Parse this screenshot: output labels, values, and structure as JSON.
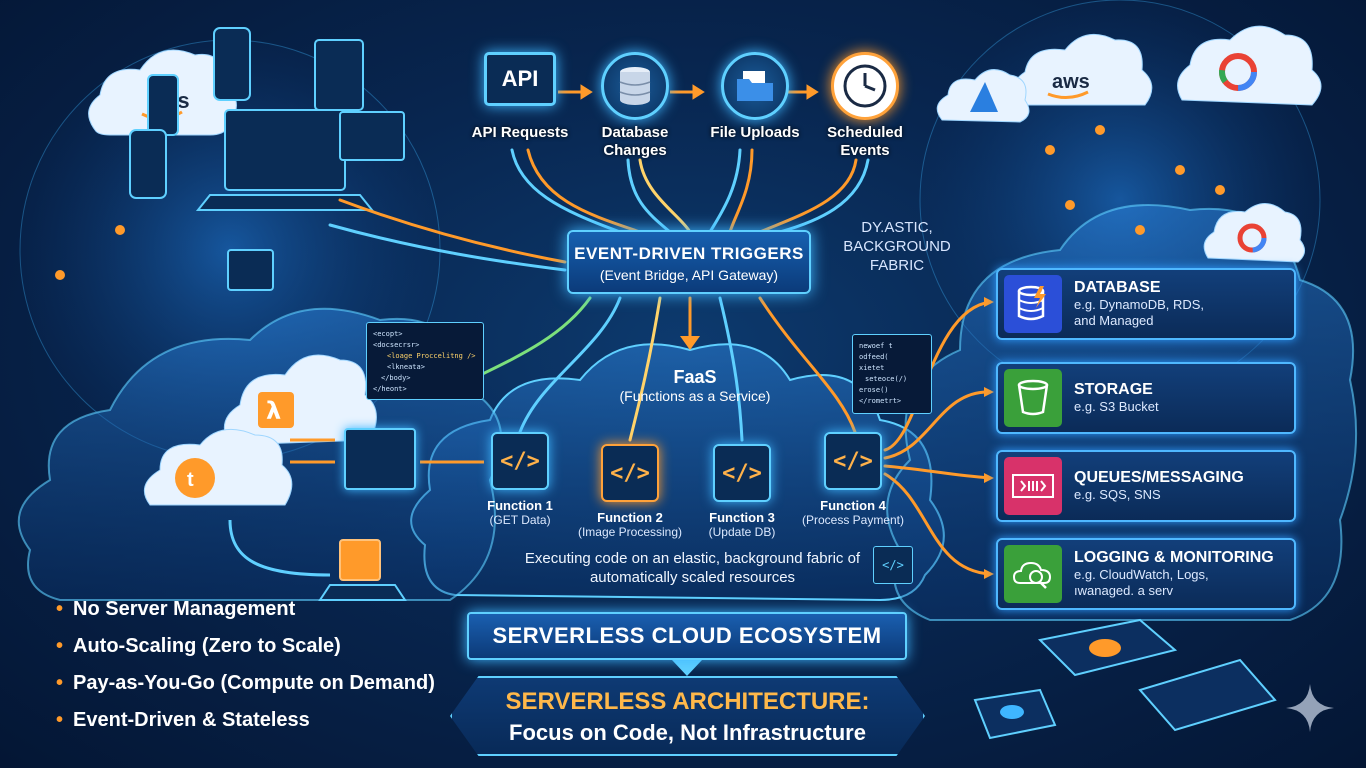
{
  "sources": [
    {
      "label": "API Requests",
      "icon": "api-window-icon",
      "icon_text": "API"
    },
    {
      "label": "Database Changes",
      "icon": "database-icon"
    },
    {
      "label": "File Uploads",
      "icon": "folder-icon"
    },
    {
      "label": "Scheduled Events",
      "icon": "clock-icon"
    }
  ],
  "triggers": {
    "title": "EVENT-DRIVEN TRIGGERS",
    "subtitle": "(Event Bridge, API Gateway)"
  },
  "fabric_note": "DY.ASTIC, BACKGROUND FABRIC",
  "faas": {
    "title": "FaaS",
    "subtitle": "(Functions as a Service)"
  },
  "functions": [
    {
      "name": "Function 1",
      "desc": "(GET Data)",
      "symbol": "</>"
    },
    {
      "name": "Function 2",
      "desc": "(Image Processing)",
      "symbol": "</>"
    },
    {
      "name": "Function 3",
      "desc": "(Update DB)",
      "symbol": "</>"
    },
    {
      "name": "Function 4",
      "desc": "(Process Payment)",
      "symbol": "</>"
    }
  ],
  "execution_note": "Executing code on an  elastic, background fabric of automatically scaled resources",
  "services": [
    {
      "title": "DATABASE",
      "line1": "e.g. DynamoDB, RDS,",
      "line2": "and Managed",
      "icon": "database-bolt-icon",
      "color": "#2b4fd8"
    },
    {
      "title": "STORAGE",
      "line1": "e.g. S3 Bucket",
      "line2": "",
      "icon": "bucket-icon",
      "color": "#3aa03a"
    },
    {
      "title": "QUEUES/MESSAGING",
      "line1": "e.g. SQS, SNS",
      "line2": "",
      "icon": "queue-icon",
      "color": "#d8326a"
    },
    {
      "title": "LOGGING & MONITORING",
      "line1": "e.g. CloudWatch, Logs,",
      "line2": "ıwanaged. a serv",
      "icon": "cloud-search-icon",
      "color": "#3aa03a"
    }
  ],
  "benefits": [
    "No Server Management",
    "Auto-Scaling (Zero to Scale)",
    "Pay-as-You-Go (Compute on Demand)",
    "Event-Driven & Stateless"
  ],
  "ecosystem": "SERVERLESS CLOUD ECOSYSTEM",
  "architecture": {
    "title": "SERVERLESS ARCHITECTURE:",
    "tagline": "Focus on Code, Not Infrastructure"
  },
  "cloud_logos": {
    "left": "aws",
    "right": "aws"
  },
  "code_snippets": {
    "left": [
      "<ecopt>",
      "<docsecrsr>",
      "<loage Proccelitng />",
      "<lkneata>",
      "</body>",
      "</heont>"
    ],
    "right": [
      "newoef t",
      "odfeed(",
      "xietet",
      "seteoce(/)",
      "erose()",
      "</rometrt>"
    ]
  },
  "colors": {
    "accent": "#5fd0ff",
    "orange": "#ff9a2a",
    "background": "#082650"
  }
}
